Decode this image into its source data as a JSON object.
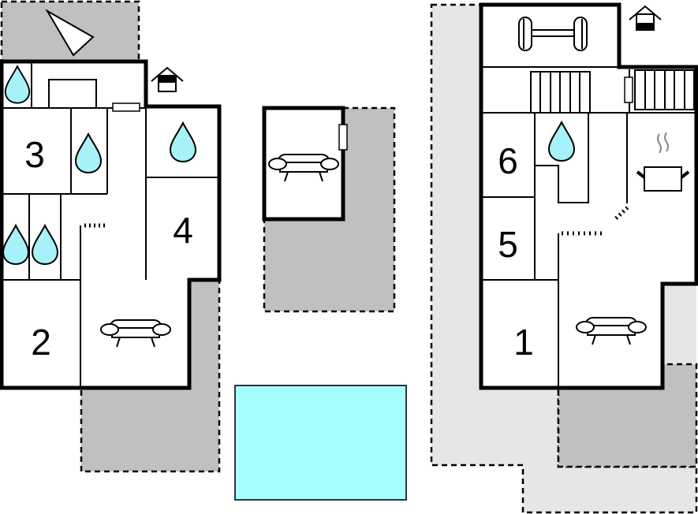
{
  "rooms": {
    "r1": "1",
    "r2": "2",
    "r3": "3",
    "r4": "4",
    "r5": "5",
    "r6": "6"
  },
  "colors": {
    "terrace": "#c0c0c0",
    "garden": "#e6e6e6",
    "pool": "#a6ffff",
    "water": "#a6f2f7"
  },
  "icons": [
    "compass-arrow-icon",
    "entrance-icon",
    "droplet-icon",
    "sofa-icon",
    "dumbbell-icon",
    "stairs-icon",
    "cooking-pot-icon",
    "window-icon"
  ]
}
